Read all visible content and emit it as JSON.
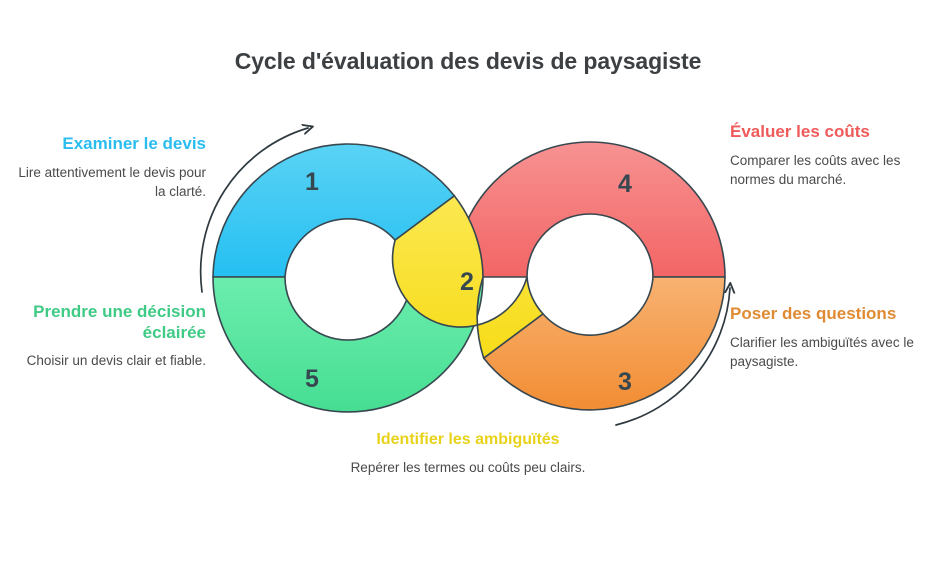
{
  "title": "Cycle d'évaluation des devis de paysagiste",
  "colors": {
    "blue": "#42C8F0",
    "yellow": "#F9E131",
    "red": "#F57E7E",
    "orange": "#F59D4C",
    "green": "#5BE6A0",
    "stroke": "#37474f",
    "title": "#3c4043",
    "body_text": "#4a4a4a"
  },
  "steps": [
    {
      "number": "1",
      "heading": "Examiner le devis",
      "description": "Lire attentivement le devis pour la clarté.",
      "color": "#2BBDEF",
      "heading_color": "#2BBDEF"
    },
    {
      "number": "2",
      "heading": "Identifier les ambiguïtés",
      "description": "Repérer les termes ou coûts peu clairs.",
      "color": "#F9E131",
      "heading_color": "#E8D21A"
    },
    {
      "number": "3",
      "heading": "Poser des questions",
      "description": "Clarifier les ambiguïtés avec le paysagiste.",
      "color": "#F59D4C",
      "heading_color": "#E08B33"
    },
    {
      "number": "4",
      "heading": "Évaluer les coûts",
      "description": "Comparer les coûts avec les normes du marché.",
      "color": "#F57E7E",
      "heading_color": "#EF5A5A"
    },
    {
      "number": "5",
      "heading": "Prendre une décision éclairée",
      "description": "Choisir un devis clair et fiable.",
      "color": "#5BE6A0",
      "heading_color": "#3FCB85"
    }
  ],
  "arrows": {
    "left_arrow_name": "counterclockwise-flow-arrow-left",
    "right_arrow_name": "clockwise-flow-arrow-right"
  }
}
